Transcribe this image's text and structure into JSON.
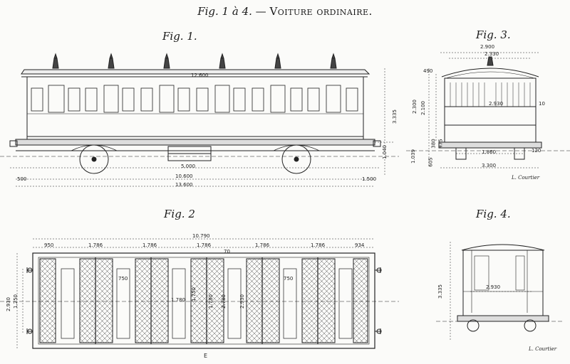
{
  "title": {
    "fig": "Fig. 1 à 4.",
    "dash": "—",
    "text": "Voiture ordinaire."
  },
  "figures": {
    "fig1": "Fig. 1.",
    "fig2": "Fig. 2",
    "fig3": "Fig. 3.",
    "fig4": "Fig. 4."
  },
  "fig1_dims": {
    "roof": "12.600",
    "height": "3.335",
    "wheelbase": "5.000",
    "axle_height": "1.040",
    "inner": "10.600",
    "overall": "13.600",
    "left_end": "500",
    "right_end": "1.500"
  },
  "fig2_dims": {
    "length": "10.790",
    "compartments": [
      "950",
      "1.786",
      "1.786",
      "1.786",
      "1.786",
      "1.786",
      "934"
    ],
    "width": "2.930",
    "inner_width": "1.250",
    "seat_width": "1.780",
    "mid_width": "2.930",
    "center_a": "1.780",
    "center_b": "2.780",
    "center_c": "1.750",
    "bench": "750",
    "bench2": "750",
    "partition": "70",
    "bottom_mark": "E"
  },
  "fig3_dims": {
    "width_top": "2.900",
    "width_inner": "2.330",
    "height": "2.300",
    "inner_height": "2.100",
    "side_top": "490",
    "mid": "2.930",
    "axle": "1.039",
    "lower_a": "380",
    "lower_b": "475",
    "lower_c": "605",
    "axle_width": "1.860",
    "track": "3.300",
    "right_a": "10",
    "right_b": "120",
    "signature": "L. Courtier"
  },
  "fig4_dims": {
    "height": "3.335",
    "width": "2.930",
    "signature": "L. Courtier"
  }
}
